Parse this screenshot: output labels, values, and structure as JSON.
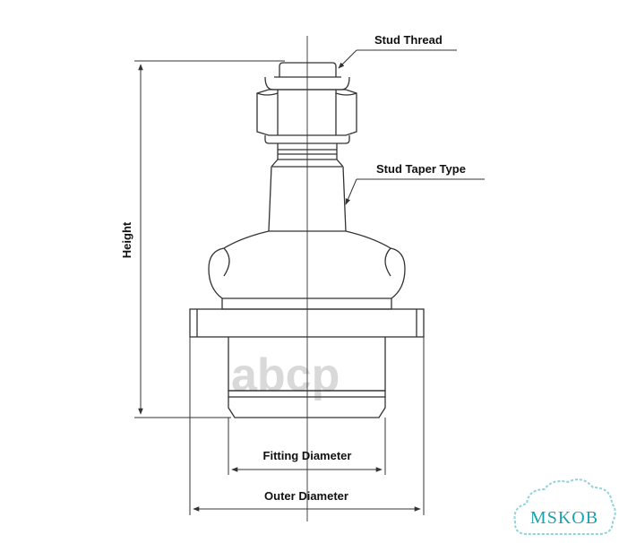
{
  "labels": {
    "stud_thread": "Stud Thread",
    "stud_taper_type": "Stud Taper Type",
    "height": "Height",
    "fitting_diameter": "Fitting Diameter",
    "outer_diameter": "Outer Diameter"
  },
  "watermark": "abcp",
  "badge": "MSKOB",
  "colors": {
    "line": "#333333",
    "watermark": "#d9d9d9",
    "badge_text": "#1aa3b0",
    "badge_cloud": "#8fd3dc"
  }
}
